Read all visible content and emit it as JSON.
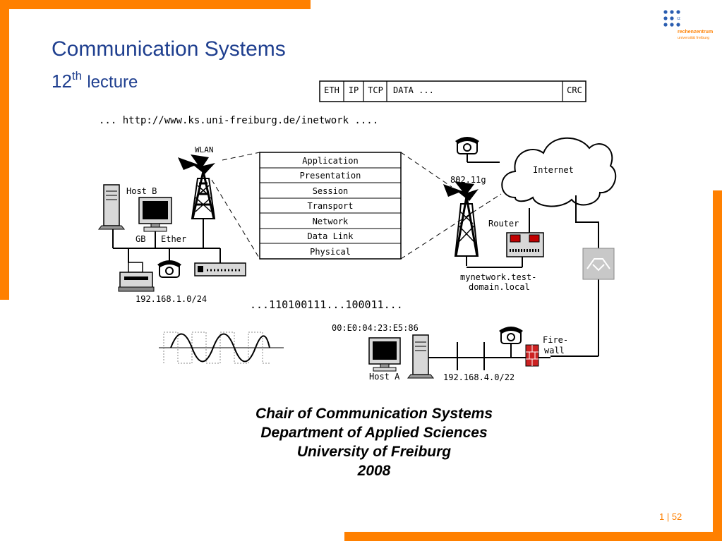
{
  "slide": {
    "title": "Communication Systems",
    "subtitle_number": "12",
    "subtitle_suffix": "th",
    "subtitle_word": "lecture",
    "page_number": "1 | 52"
  },
  "logo": {
    "line1": "rechenzentrum",
    "line2": "universität freiburg",
    "mark_text": "rz"
  },
  "diagram": {
    "packet_fields": [
      "ETH",
      "IP",
      "TCP",
      "DATA ...",
      "CRC"
    ],
    "url_text": "... http://www.ks.uni-freiburg.de/inetwork ....",
    "osi_layers": [
      "Application",
      "Presentation",
      "Session",
      "Transport",
      "Network",
      "Data Link",
      "Physical"
    ],
    "wlan_label": "WLAN",
    "host_b_label": "Host B",
    "gb_label": "GB",
    "ether_label": "Ether",
    "subnet1_label": "192.168.1.0/24",
    "bits_label": "...110100111...100011...",
    "wifi_label": "802.11g",
    "internet_label": "Internet",
    "router_label": "Router",
    "domain_line1": "mynetwork.test-",
    "domain_line2": "domain.local",
    "mac_label": "00:E0:04:23:E5:86",
    "firewall_line1": "Fire-",
    "firewall_line2": "wall",
    "host_a_label": "Host A",
    "subnet2_label": "192.168.4.0/22"
  },
  "footer": {
    "line1": "Chair of Communication Systems",
    "line2": "Department of Applied Sciences",
    "line3": "University of Freiburg",
    "line4": "2008"
  },
  "colors": {
    "accent_orange": "#ff8000",
    "title_blue": "#1f3f8f",
    "logo_blue": "#2a5db0",
    "router_red": "#c00000"
  }
}
